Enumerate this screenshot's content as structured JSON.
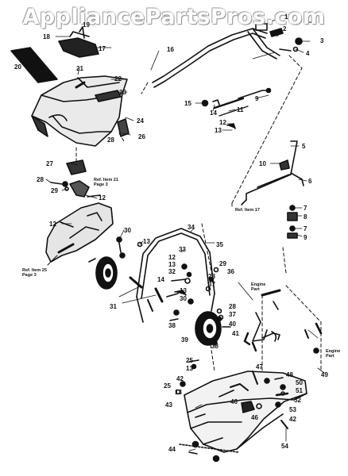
{
  "watermark": "AppliancePartsPros.com",
  "labels": {
    "p1": "1",
    "p2": "2",
    "p3": "3",
    "p4": "4",
    "p5": "5",
    "p6": "6",
    "p7": "7",
    "p8": "8",
    "p9": "9",
    "p10": "10",
    "p11": "11",
    "p12": "12",
    "p13": "13",
    "p14": "14",
    "p15": "15",
    "p16": "16",
    "p17": "17",
    "p18": "18",
    "p19": "19",
    "p20": "20",
    "p21": "21",
    "p22": "22",
    "p23": "23",
    "p24": "24",
    "p25": "25",
    "p26": "26",
    "p27": "27",
    "p28": "28",
    "p29": "29",
    "p30": "30",
    "p31": "31",
    "p32": "32",
    "p33": "33",
    "p34": "34",
    "p35": "35",
    "p36": "36",
    "p37": "37",
    "p38": "38",
    "p39": "39",
    "p40": "40",
    "p41": "41",
    "p42": "42",
    "p43": "43",
    "p44": "44",
    "p46": "46",
    "p47": "47",
    "p48": "48",
    "p49": "49",
    "p50": "50",
    "p51": "51",
    "p52": "52",
    "p53": "53",
    "p54": "54"
  },
  "notes": {
    "ref_item_21_l1": "Ref. Item 21",
    "ref_item_21_l2": "Page 3",
    "ref_item_17": "Ref. Item 17",
    "ref_item_25_l1": "Ref. Item 25",
    "ref_item_25_l2": "Page 3",
    "engine_part_top_l1": "Engine",
    "engine_part_top_l2": "Part",
    "engine_part_right_l1": "Engine",
    "engine_part_right_l2": "Part"
  },
  "colors": {
    "ink": "#111111",
    "paper": "#ffffff"
  }
}
